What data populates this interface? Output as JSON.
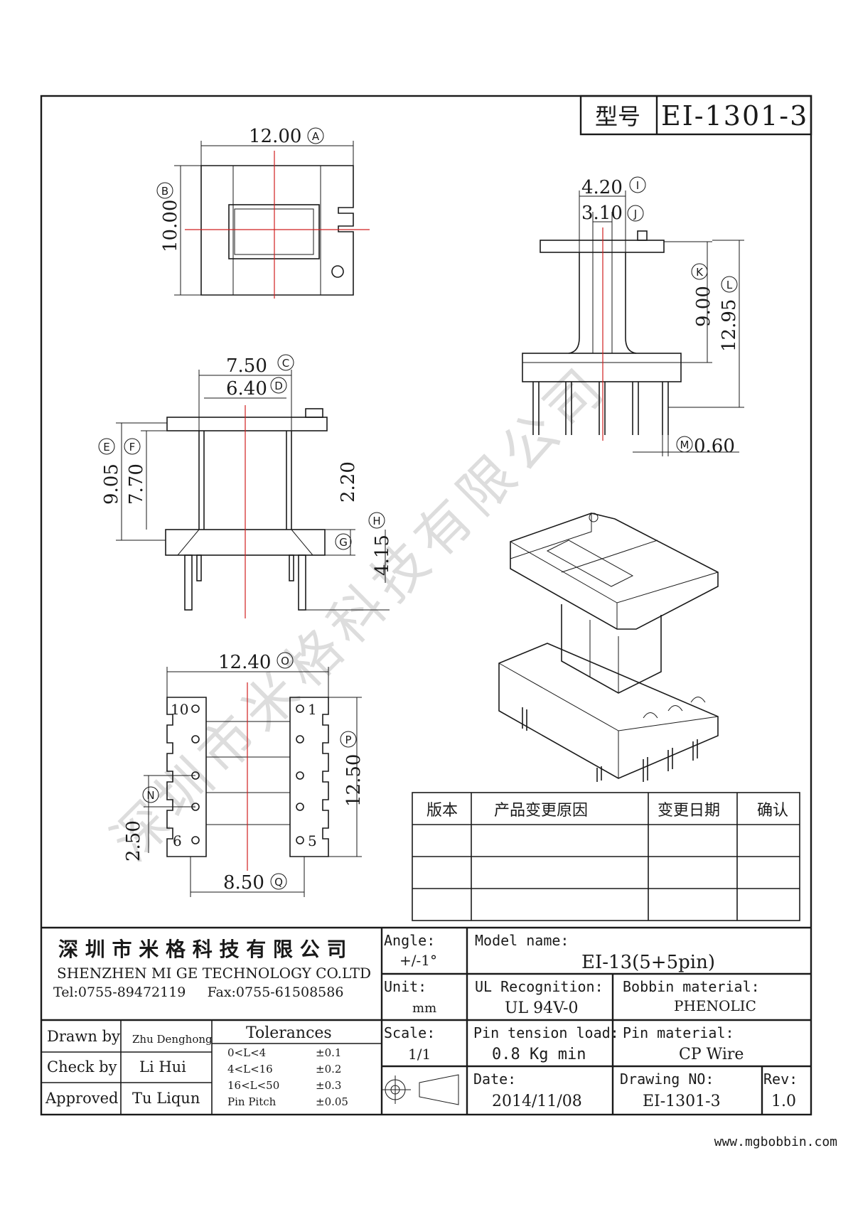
{
  "title_block_top": {
    "model_label": "型号",
    "model_code": "EI-1301-3"
  },
  "watermark": "深圳市米格科技有限公司",
  "website": "www.mgbobbin.com",
  "dimensions": {
    "A": {
      "value": "12.00",
      "tag": "A"
    },
    "B": {
      "value": "10.00",
      "tag": "B"
    },
    "C": {
      "value": "7.50",
      "tag": "C"
    },
    "D": {
      "value": "6.40",
      "tag": "D"
    },
    "E": {
      "value": "9.05",
      "tag": "E"
    },
    "F": {
      "value": "7.70",
      "tag": "F"
    },
    "G": {
      "value": "2.20",
      "tag": "G"
    },
    "H": {
      "value": "4.15",
      "tag": "H"
    },
    "I": {
      "value": "4.20",
      "tag": "I"
    },
    "J": {
      "value": "3.10",
      "tag": "J"
    },
    "K": {
      "value": "9.00",
      "tag": "K"
    },
    "L": {
      "value": "12.95",
      "tag": "L"
    },
    "M": {
      "value": "0.60",
      "tag": "M"
    },
    "N": {
      "value": "2.50",
      "tag": "N"
    },
    "O": {
      "value": "12.40",
      "tag": "O"
    },
    "P": {
      "value": "12.50",
      "tag": "P"
    },
    "Q": {
      "value": "8.50",
      "tag": "Q"
    }
  },
  "pin_labels": {
    "p10": "10",
    "p1": "1",
    "p6": "6",
    "p5": "5"
  },
  "revision_table": {
    "headers": [
      "版本",
      "产品变更原因",
      "变更日期",
      "确认"
    ],
    "rows": [
      [
        "",
        "",
        "",
        ""
      ],
      [
        "",
        "",
        "",
        ""
      ],
      [
        "",
        "",
        "",
        ""
      ]
    ]
  },
  "company": {
    "name_cn": "深 圳 市 米 格 科 技 有 限 公 司",
    "name_en": "SHENZHEN   MI GE TECHNOLOGY   CO.LTD",
    "contact": "Tel:0755-89472119     Fax:0755-61508586"
  },
  "signoff": {
    "drawn_label": "Drawn by",
    "drawn_value": "Zhu Denghong",
    "check_label": "Check by",
    "check_value": "Li Hui",
    "approved_label": "Approved",
    "approved_value": "Tu Liqun"
  },
  "tolerances": {
    "title": "Tolerances",
    "rows": [
      {
        "range": "0<L<4",
        "tol": "±0.1"
      },
      {
        "range": "4<L<16",
        "tol": "±0.2"
      },
      {
        "range": "16<L<50",
        "tol": "±0.3"
      },
      {
        "range": "Pin Pitch",
        "tol": "±0.05"
      }
    ]
  },
  "specs": {
    "angle_label": "Angle:",
    "angle_value": "+/-1°",
    "unit_label": "Unit:",
    "unit_value": "mm",
    "scale_label": "Scale:",
    "scale_value": "1/1",
    "model_label": "Model name:",
    "model_value": "EI-13(5+5pin)",
    "ul_label": "UL Recognition:",
    "ul_value": "UL 94V-0",
    "bobbin_label": "Bobbin material:",
    "bobbin_value": "PHENOLIC",
    "tension_label": "Pin tension load:",
    "tension_value": "0.8 Kg min",
    "pinmat_label": "Pin material:",
    "pinmat_value": "CP Wire",
    "date_label": "Date:",
    "date_value": "2014/11/08",
    "drawing_label": "Drawing NO:",
    "drawing_value": "EI-1301-3",
    "rev_label": "Rev:",
    "rev_value": "1.0"
  }
}
